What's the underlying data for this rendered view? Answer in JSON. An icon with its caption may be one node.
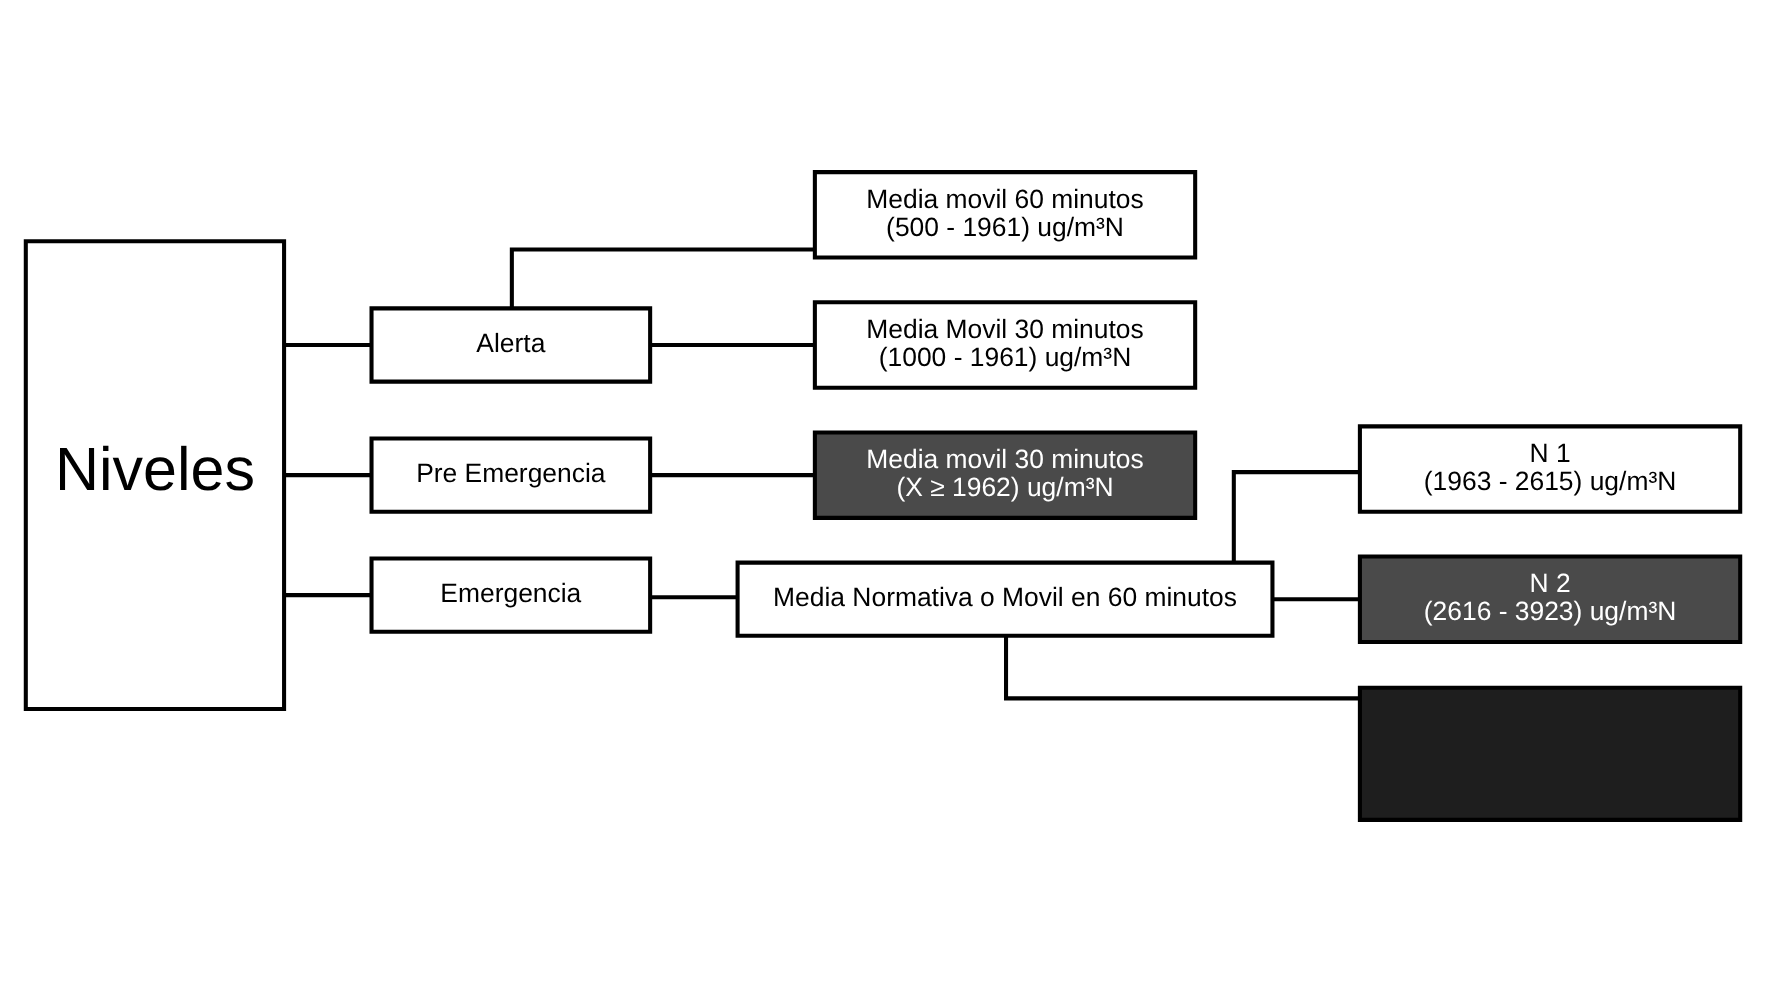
{
  "diagram": {
    "nodes": [
      {
        "text": [
          "Niveles"
        ]
      },
      {
        "text": [
          "Alerta"
        ]
      },
      {
        "text": [
          "Pre Emergencia"
        ]
      },
      {
        "text": [
          "Emergencia"
        ]
      },
      {
        "text": [
          "Media movil 60 minutos",
          "(500 - 1961) ug/m³N"
        ]
      },
      {
        "text": [
          "Media Movil 30 minutos",
          "(1000 - 1961) ug/m³N"
        ]
      },
      {
        "text": [
          "Media movil 30 minutos",
          "(X ≥ 1962) ug/m³N"
        ]
      },
      {
        "text": [
          "Media Normativa o Movil en 60 minutos"
        ]
      },
      {
        "text": [
          "N 1",
          "(1963 - 2615) ug/m³N"
        ]
      },
      {
        "text": [
          "N 2",
          "(2616 - 3923) ug/m³N"
        ]
      },
      {
        "text": [],
        "shape": "box"
      }
    ],
    "edges": [
      {
        "from": 0,
        "to": 1,
        "arrow": "none"
      },
      {
        "from": 0,
        "to": 2,
        "arrow": "none"
      },
      {
        "from": 0,
        "to": 3,
        "arrow": "none"
      },
      {
        "from": 1,
        "to": 4,
        "arrow": "none"
      },
      {
        "from": 1,
        "to": 5,
        "arrow": "none"
      },
      {
        "from": 2,
        "to": 6,
        "arrow": "none"
      },
      {
        "from": 3,
        "to": 7,
        "arrow": "none"
      },
      {
        "from": 7,
        "to": 8,
        "arrow": "none"
      },
      {
        "from": 7,
        "to": 9,
        "arrow": "none"
      },
      {
        "from": 7,
        "to": 10,
        "arrow": "none"
      }
    ]
  }
}
